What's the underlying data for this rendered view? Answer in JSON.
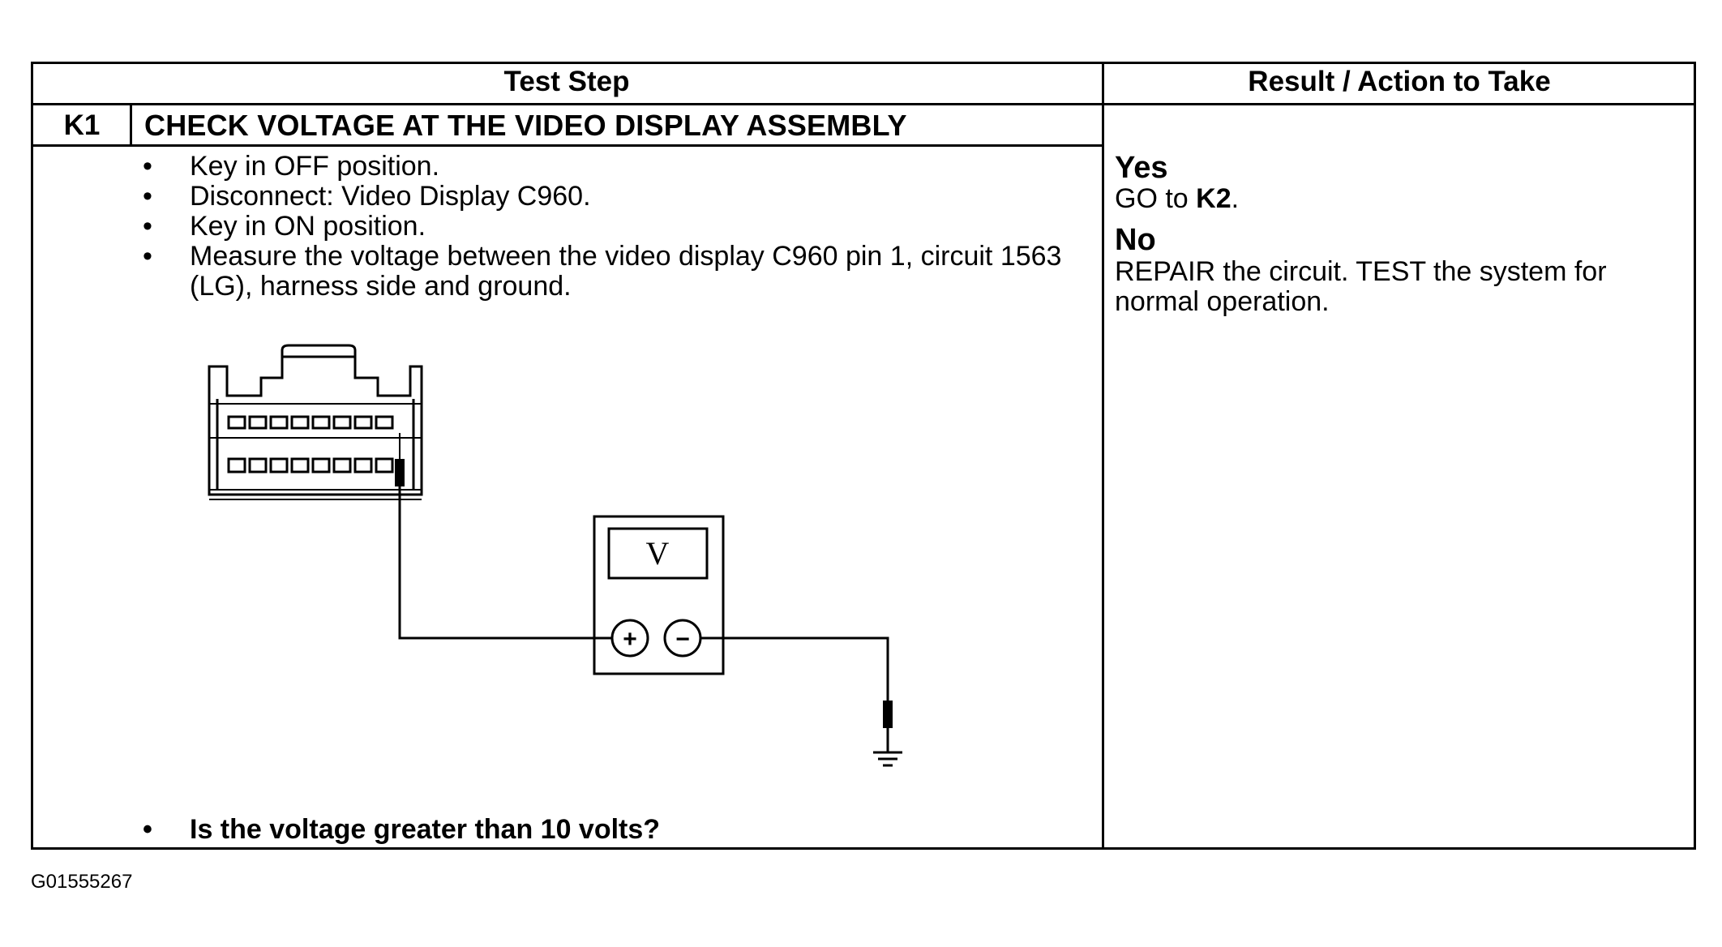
{
  "table": {
    "col_test_step": "Test Step",
    "col_result": "Result / Action to Take",
    "step_code": "K1",
    "step_title": "CHECK VOLTAGE AT THE VIDEO DISPLAY ASSEMBLY",
    "steps": [
      "Key in OFF position.",
      "Disconnect: Video Display C960.",
      "Key in ON position.",
      "Measure the voltage between the video display C960 pin 1, circuit 1563 (LG), harness side and ground."
    ],
    "question": "Is the voltage greater than 10 volts?"
  },
  "result": {
    "yes_label": "Yes",
    "yes_text_prefix": "GO to ",
    "yes_target": "K2",
    "yes_text_suffix": ".",
    "no_label": "No",
    "no_text": "REPAIR the circuit. TEST the system for normal operation."
  },
  "diagram": {
    "meter_symbol": "V",
    "plus_symbol": "+",
    "minus_symbol": "−"
  },
  "footer": {
    "figure_id": "G01555267"
  }
}
